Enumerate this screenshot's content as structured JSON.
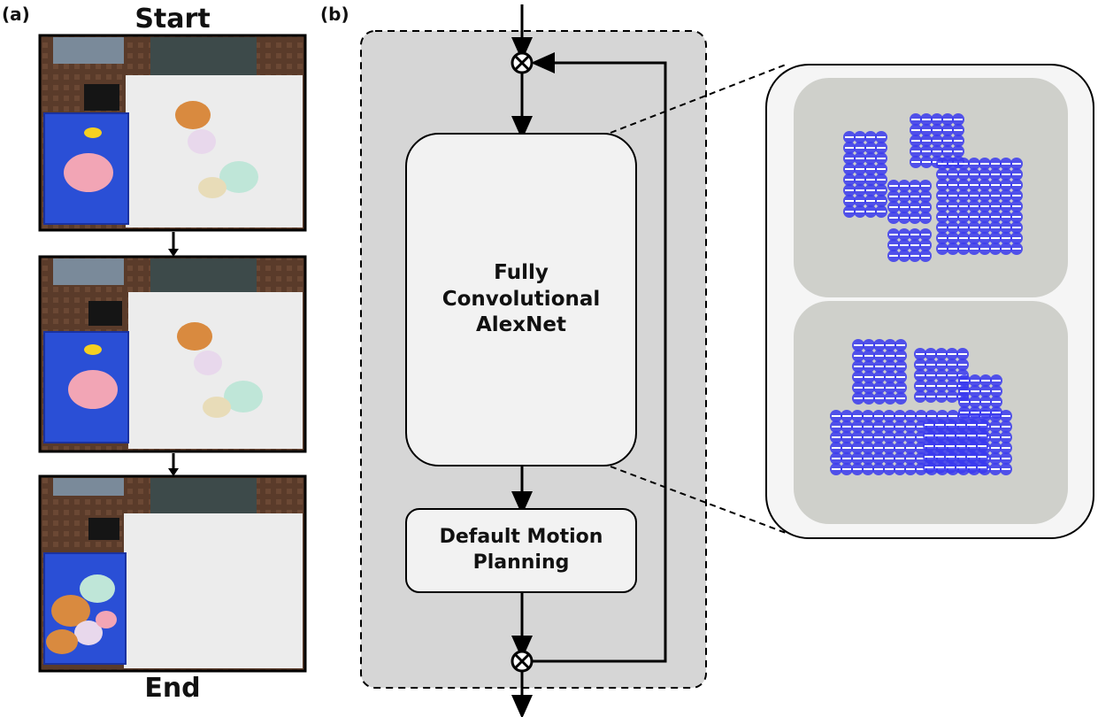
{
  "panel_a": {
    "label": "(a)",
    "start_label": "Start",
    "end_label": "End",
    "photos": [
      {
        "name": "start-photo",
        "bin_state": "toys in white tray, few toys in blue bin"
      },
      {
        "name": "middle-photo",
        "bin_state": "toys in white tray, few toys in blue bin"
      },
      {
        "name": "end-photo",
        "bin_state": "white tray empty, blue bin full of toys"
      }
    ]
  },
  "panel_b": {
    "label": "(b)",
    "network_box": "Fully\nConvolutional\nAlexNet",
    "planning_box": "Default Motion\nPlanning"
  },
  "colors": {
    "container_gray": "#d6d6d6",
    "box_fill": "#f2f2f2",
    "heatmap_blue": "#3a3aee",
    "bin_blue": "#2a4fd6",
    "tray_white": "#ececec"
  }
}
